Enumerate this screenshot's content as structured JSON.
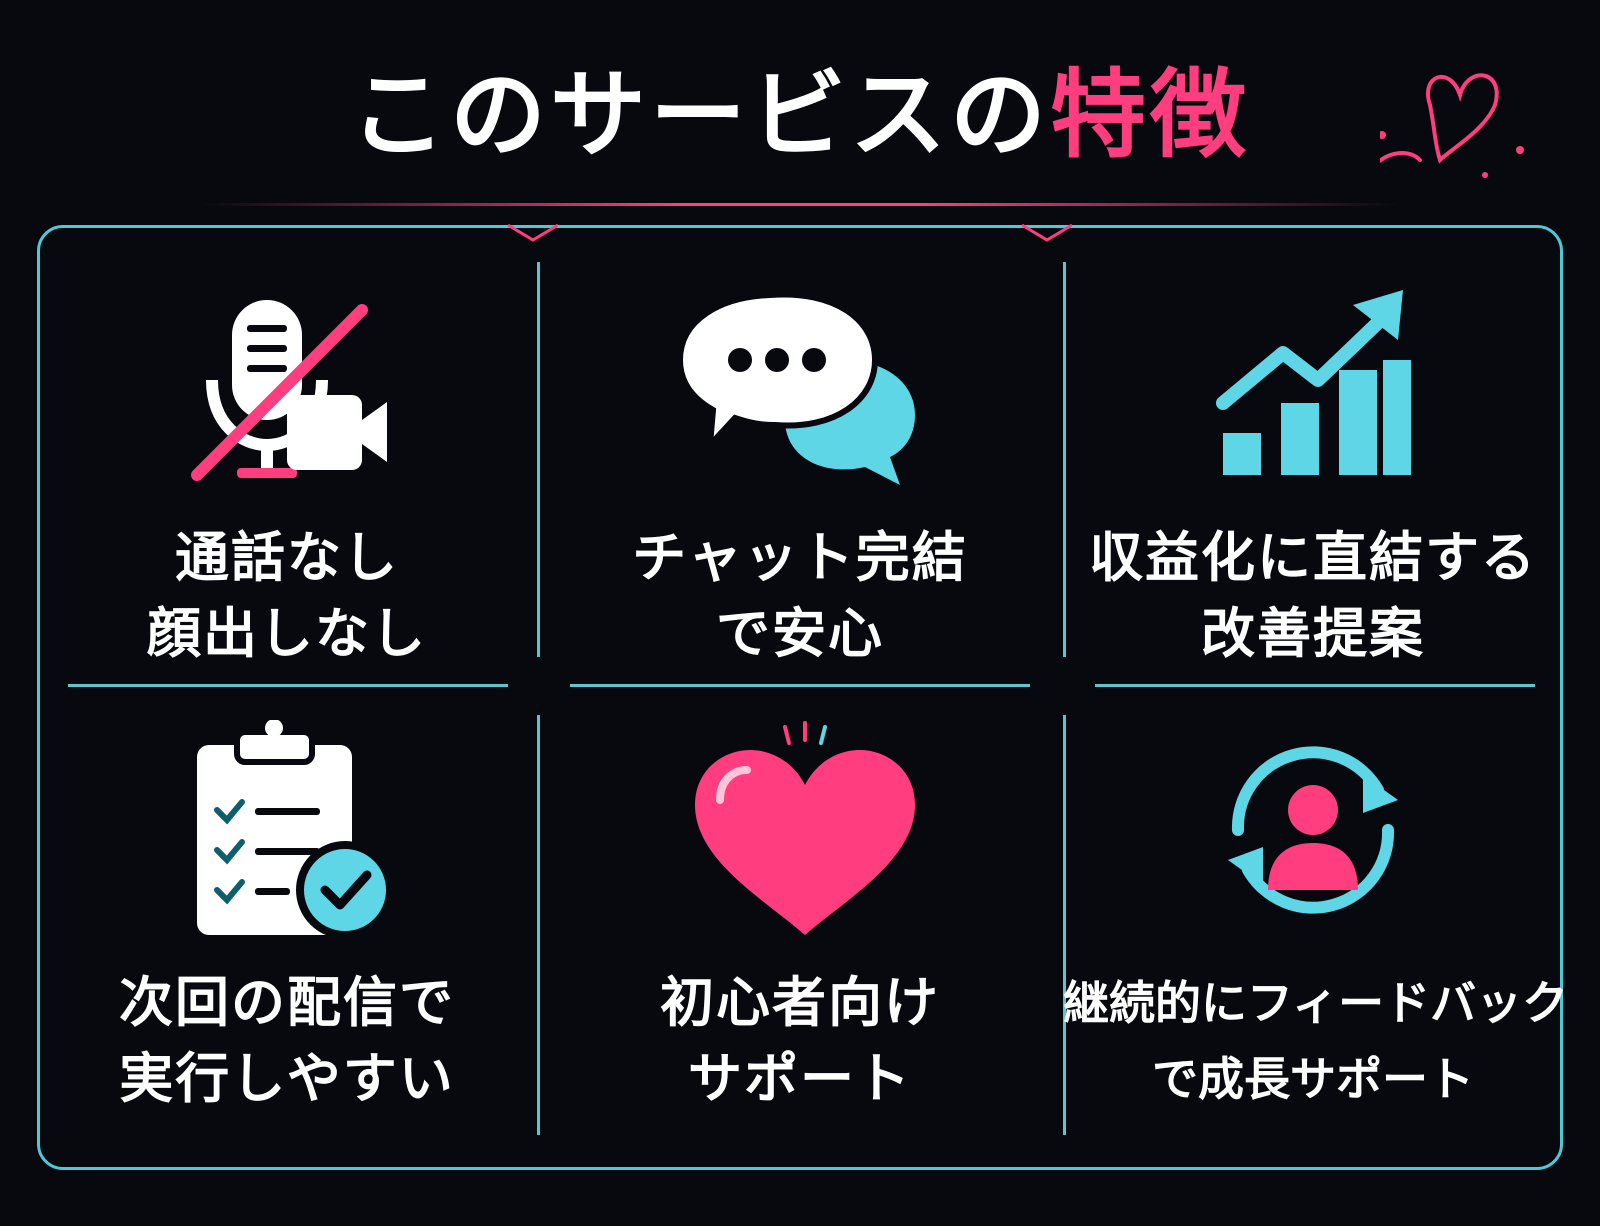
{
  "header": {
    "title_main": "このサービスの",
    "title_accent": "特徴"
  },
  "colors": {
    "background": "#07090f",
    "accent_pink": "#ff3d7f",
    "accent_cyan": "#4fd1dd",
    "text": "#ffffff"
  },
  "features": [
    {
      "icon": "muted-mic-video-icon",
      "line1": "通話なし",
      "line2": "顔出しなし"
    },
    {
      "icon": "chat-bubbles-icon",
      "line1": "チャット完結",
      "line2": "で安心"
    },
    {
      "icon": "growth-chart-icon",
      "line1": "収益化に直結する",
      "line2": "改善提案"
    },
    {
      "icon": "checklist-clipboard-icon",
      "line1": "次回の配信で",
      "line2": "実行しやすい"
    },
    {
      "icon": "heart-icon",
      "line1": "初心者向け",
      "line2": "サポート"
    },
    {
      "icon": "user-cycle-icon",
      "line1": "継続的にフィードバック",
      "line2": "で成長サポート"
    }
  ]
}
